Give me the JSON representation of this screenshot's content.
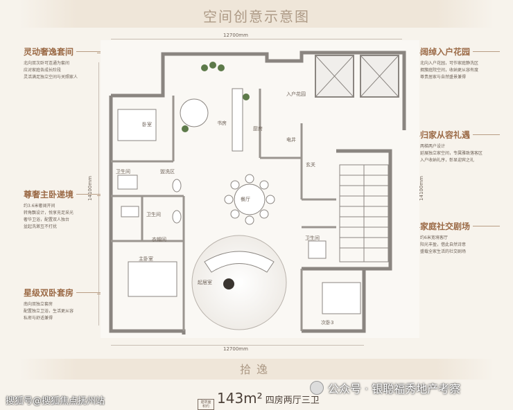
{
  "title": "空间创意示意图",
  "dimensions": {
    "top_width": "12700mm",
    "bottom_width": "12700mm",
    "left_height": "14100mm",
    "right_height": "14100mm"
  },
  "callouts_left": [
    {
      "title": "灵动奢逸套间",
      "desc": [
        "北向双次卧可连通为套间",
        "应对家庭各成长阶段",
        "灵活满足独立空间与关照家人"
      ]
    },
    {
      "title": "尊奢主卧递境",
      "desc": [
        "约3.6米奢阔开间",
        "转角飘设计，悦享充足采光",
        "奢华卫浴，配置双人独台",
        "盆起洗漱互不打扰"
      ]
    },
    {
      "title": "星级双卧套房",
      "desc": [
        "南向双独立套房",
        "配置独立卫浴，生活更从容",
        "私密与舒适兼得"
      ]
    }
  ],
  "callouts_right": [
    {
      "title": "阔绰入户花园",
      "desc": [
        "北向入户花园，可作家庭静洗区",
        "拥簇庭院空间，收纳更从容有度",
        "尊贵居家与自然盛景兼得"
      ]
    },
    {
      "title": "归家从容礼遇",
      "desc": [
        "两梯两户设计",
        "延展独立家空间，专属雅致落客区",
        "入户收纳礼序，彰显迎宾之礼"
      ]
    },
    {
      "title": "家庭社交剧场",
      "desc": [
        "约6米宽境客厅",
        "阳光丰盈，借此自然诗意",
        "盛载全家生活的社交剧场"
      ]
    }
  ],
  "rooms": {
    "bedroom_north": "卧室",
    "study": "书房",
    "garden": "入户花园",
    "kitchen": "厨房",
    "elevator_shaft": "电井",
    "foyer": "玄关",
    "bath_west": "卫生间",
    "wash": "盥洗区",
    "bath_master": "卫生间",
    "dining": "餐厅",
    "cloakroom": "衣帽间",
    "master": "主卧室",
    "living": "起居室",
    "bath_east": "卫生间",
    "bedroom3": "次卧3"
  },
  "bottom_title": "拾逸",
  "spec": {
    "badge": "建筑面积约",
    "area": "143m²",
    "type": "四房两厅三卫"
  },
  "watermark_left": "搜狐号@搜狐焦点抚州站",
  "watermark_right": "公众号 · 银聪福秀地产考察"
}
